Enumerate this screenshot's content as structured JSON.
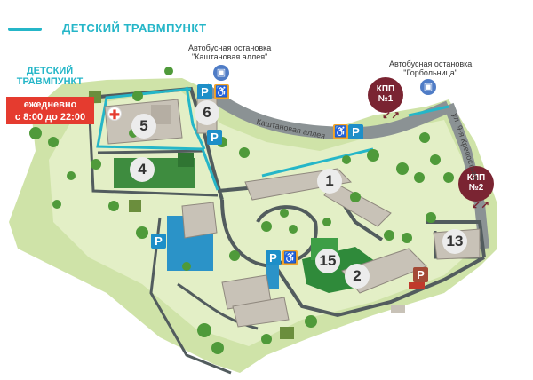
{
  "legend": {
    "label": "ДЕТСКИЙ ТРАВМПУНКТ",
    "line_color": "#25b6c8"
  },
  "trauma": {
    "title_line1": "ДЕТСКИЙ",
    "title_line2": "ТРАВМПУНКТ",
    "hours_line1": "ежедневно",
    "hours_line2": "с 8:00 до 22:00",
    "accent": "#e53b2f"
  },
  "bus_stops": [
    {
      "label_line1": "Автобусная остановка",
      "label_line2": "\"Каштановая аллея\""
    },
    {
      "label_line1": "Автобусная остановка",
      "label_line2": "\"Горбольница\""
    }
  ],
  "checkpoints": [
    {
      "line1": "КПП",
      "line2": "№1"
    },
    {
      "line1": "КПП",
      "line2": "№2"
    }
  ],
  "streets": {
    "kashtanovaya": "Каштановая аллея",
    "right": "ул. 9-я Крепостная"
  },
  "buildings": [
    "1",
    "2",
    "4",
    "5",
    "6",
    "13",
    "15"
  ],
  "icons": {
    "parking": "P",
    "accessible": "♿",
    "bus": "bus-icon",
    "medical_cross": "✚",
    "arrows": "↙↗"
  }
}
